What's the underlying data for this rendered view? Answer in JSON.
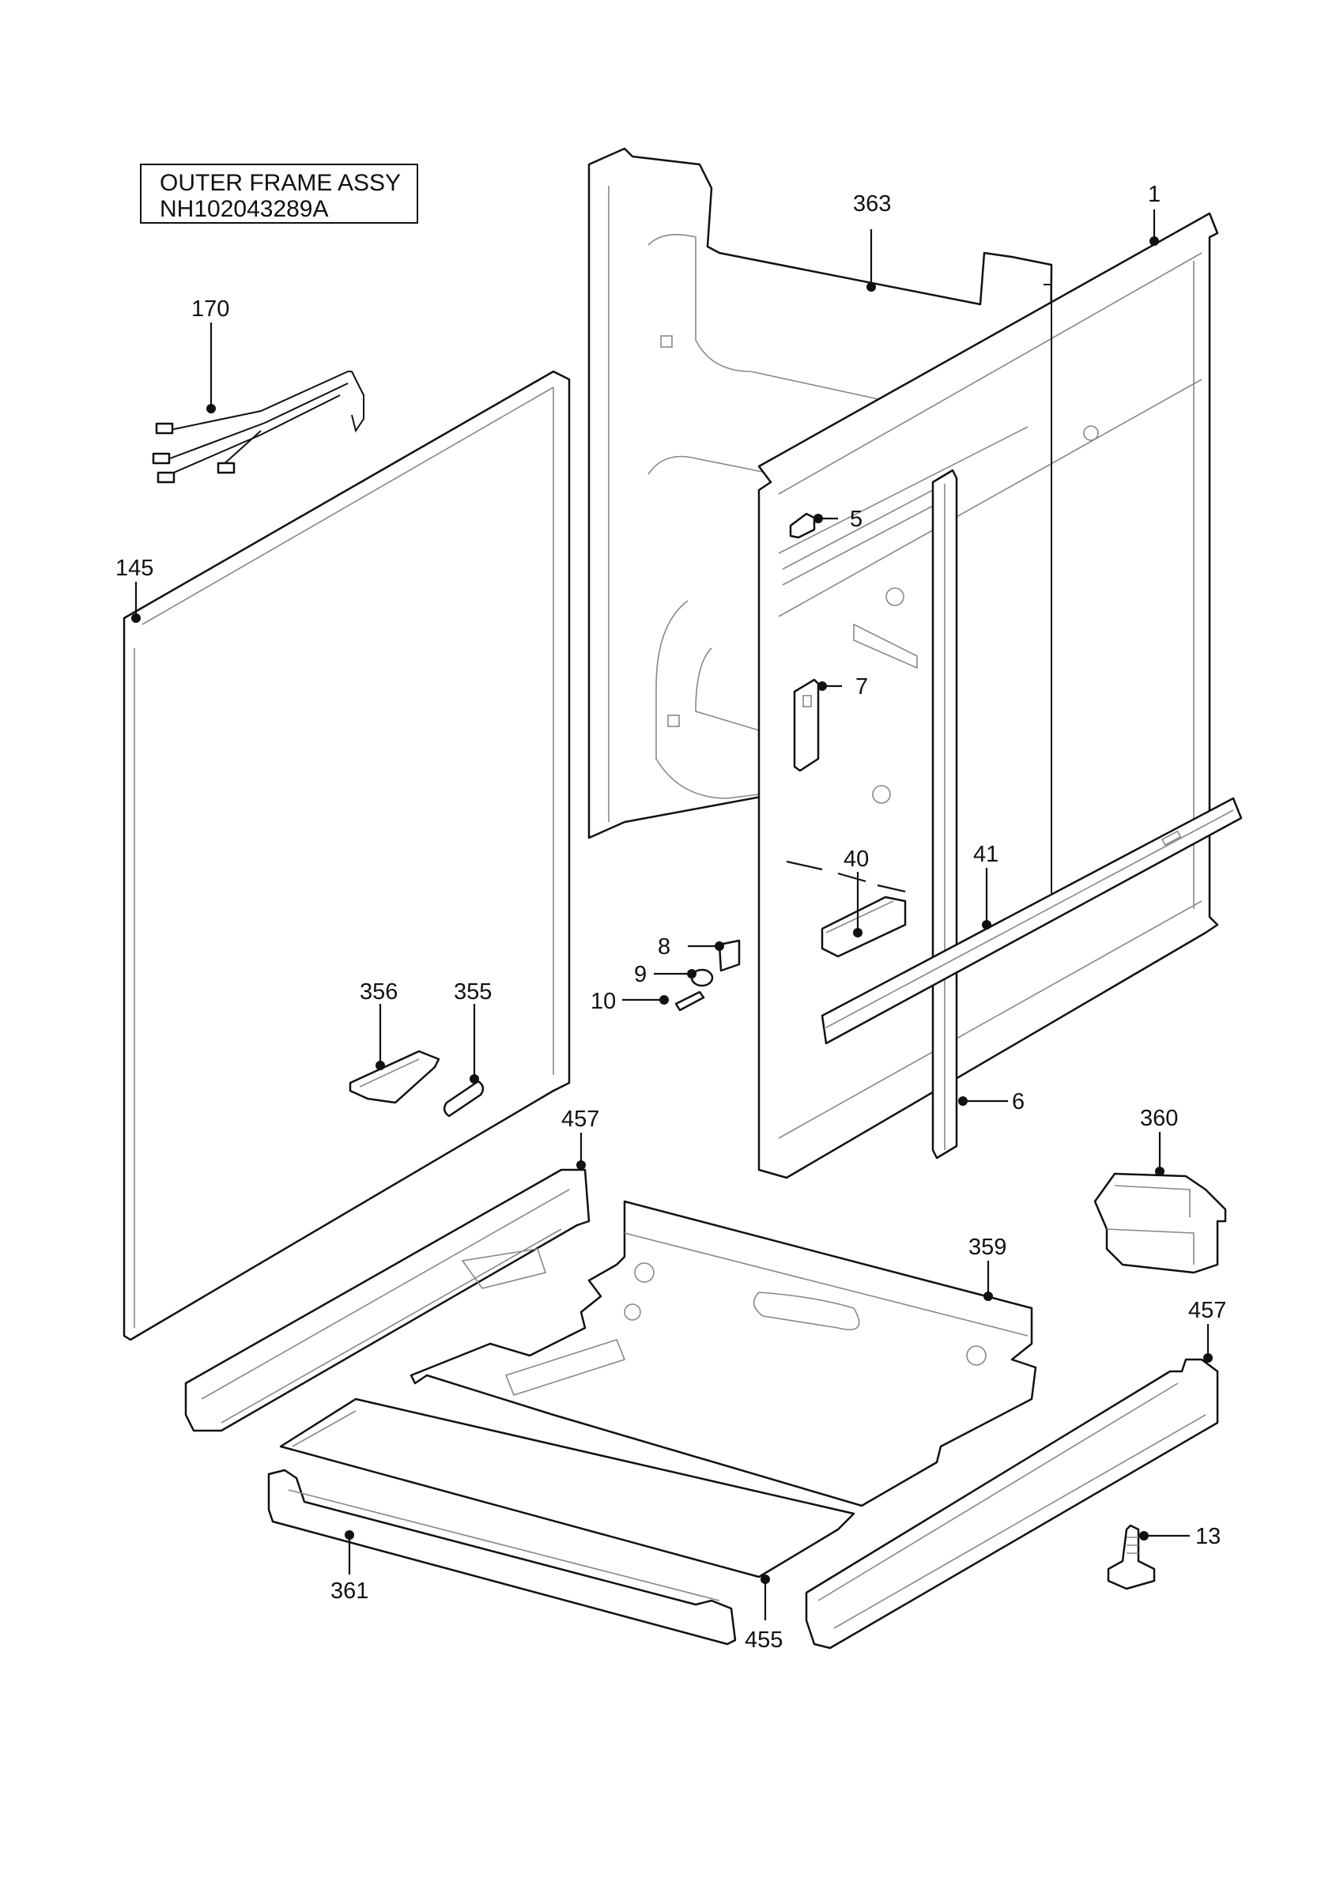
{
  "title": {
    "line1": "OUTER FRAME ASSY",
    "line2": "NH102043289A"
  },
  "callouts": {
    "p363": "363",
    "p1": "1",
    "p170": "170",
    "p145": "145",
    "p5": "5",
    "p7": "7",
    "p40": "40",
    "p41": "41",
    "p8": "8",
    "p9": "9",
    "p10": "10",
    "p356": "356",
    "p355": "355",
    "p6": "6",
    "p360": "360",
    "p457a": "457",
    "p359": "359",
    "p457b": "457",
    "p13": "13",
    "p361": "361",
    "p455": "455"
  }
}
